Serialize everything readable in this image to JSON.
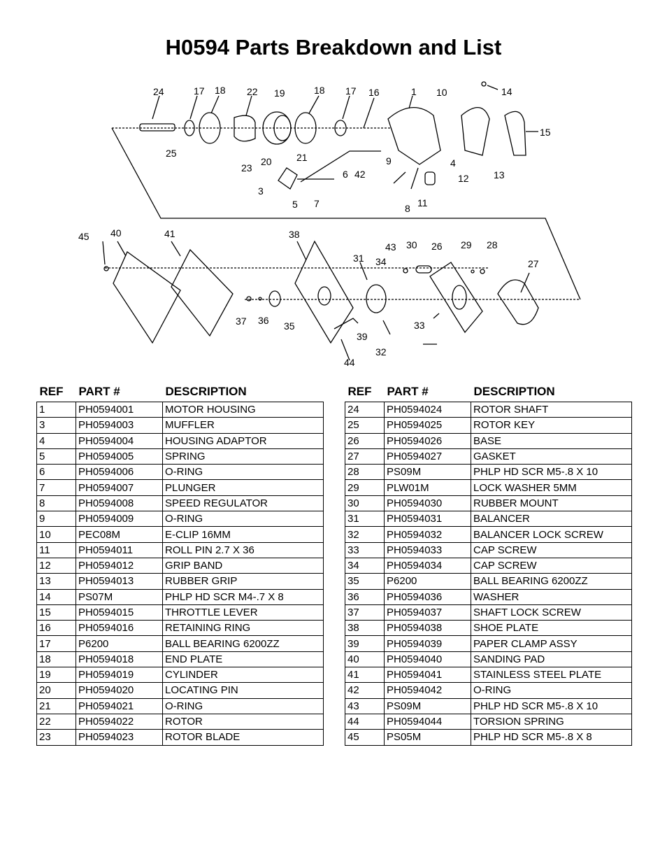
{
  "title": "H0594 Parts Breakdown and List",
  "columns": {
    "ref": "REF",
    "part": "PART #",
    "desc": "DESCRIPTION"
  },
  "callouts": [
    "24",
    "17",
    "18",
    "22",
    "19",
    "18",
    "17",
    "16",
    "1",
    "10",
    "14",
    "15",
    "25",
    "23",
    "20",
    "21",
    "3",
    "5",
    "7",
    "6",
    "42",
    "9",
    "4",
    "12",
    "13",
    "8",
    "11",
    "45",
    "40",
    "41",
    "38",
    "43",
    "30",
    "26",
    "29",
    "28",
    "27",
    "31",
    "34",
    "37",
    "36",
    "35",
    "39",
    "32",
    "33",
    "44"
  ],
  "left_rows": [
    {
      "ref": "1",
      "part": "PH0594001",
      "desc": "MOTOR HOUSING"
    },
    {
      "ref": "3",
      "part": "PH0594003",
      "desc": "MUFFLER"
    },
    {
      "ref": "4",
      "part": "PH0594004",
      "desc": "HOUSING ADAPTOR"
    },
    {
      "ref": "5",
      "part": "PH0594005",
      "desc": "SPRING"
    },
    {
      "ref": "6",
      "part": "PH0594006",
      "desc": "O-RING"
    },
    {
      "ref": "7",
      "part": "PH0594007",
      "desc": "PLUNGER"
    },
    {
      "ref": "8",
      "part": "PH0594008",
      "desc": "SPEED REGULATOR"
    },
    {
      "ref": "9",
      "part": "PH0594009",
      "desc": "O-RING"
    },
    {
      "ref": "10",
      "part": "PEC08M",
      "desc": "E-CLIP 16MM"
    },
    {
      "ref": "11",
      "part": "PH0594011",
      "desc": "ROLL PIN 2.7 X 36"
    },
    {
      "ref": "12",
      "part": "PH0594012",
      "desc": "GRIP BAND"
    },
    {
      "ref": "13",
      "part": "PH0594013",
      "desc": "RUBBER GRIP"
    },
    {
      "ref": "14",
      "part": "PS07M",
      "desc": "PHLP HD SCR M4-.7 X 8"
    },
    {
      "ref": "15",
      "part": "PH0594015",
      "desc": "THROTTLE LEVER"
    },
    {
      "ref": "16",
      "part": "PH0594016",
      "desc": "RETAINING RING"
    },
    {
      "ref": "17",
      "part": "P6200",
      "desc": "BALL BEARING 6200ZZ"
    },
    {
      "ref": "18",
      "part": "PH0594018",
      "desc": "END PLATE"
    },
    {
      "ref": "19",
      "part": "PH0594019",
      "desc": "CYLINDER"
    },
    {
      "ref": "20",
      "part": "PH0594020",
      "desc": "LOCATING PIN"
    },
    {
      "ref": "21",
      "part": "PH0594021",
      "desc": "O-RING"
    },
    {
      "ref": "22",
      "part": "PH0594022",
      "desc": "ROTOR"
    },
    {
      "ref": "23",
      "part": "PH0594023",
      "desc": "ROTOR BLADE"
    }
  ],
  "right_rows": [
    {
      "ref": "24",
      "part": "PH0594024",
      "desc": "ROTOR SHAFT"
    },
    {
      "ref": "25",
      "part": "PH0594025",
      "desc": "ROTOR KEY"
    },
    {
      "ref": "26",
      "part": "PH0594026",
      "desc": "BASE"
    },
    {
      "ref": "27",
      "part": "PH0594027",
      "desc": "GASKET"
    },
    {
      "ref": "28",
      "part": "PS09M",
      "desc": "PHLP HD SCR M5-.8 X 10"
    },
    {
      "ref": "29",
      "part": "PLW01M",
      "desc": "LOCK WASHER 5MM"
    },
    {
      "ref": "30",
      "part": "PH0594030",
      "desc": "RUBBER MOUNT"
    },
    {
      "ref": "31",
      "part": "PH0594031",
      "desc": "BALANCER"
    },
    {
      "ref": "32",
      "part": "PH0594032",
      "desc": "BALANCER LOCK SCREW"
    },
    {
      "ref": "33",
      "part": "PH0594033",
      "desc": "CAP SCREW"
    },
    {
      "ref": "34",
      "part": "PH0594034",
      "desc": "CAP SCREW"
    },
    {
      "ref": "35",
      "part": "P6200",
      "desc": "BALL BEARING 6200ZZ"
    },
    {
      "ref": "36",
      "part": "PH0594036",
      "desc": "WASHER"
    },
    {
      "ref": "37",
      "part": "PH0594037",
      "desc": "SHAFT LOCK SCREW"
    },
    {
      "ref": "38",
      "part": "PH0594038",
      "desc": "SHOE PLATE"
    },
    {
      "ref": "39",
      "part": "PH0594039",
      "desc": "PAPER CLAMP ASSY"
    },
    {
      "ref": "40",
      "part": "PH0594040",
      "desc": "SANDING PAD"
    },
    {
      "ref": "41",
      "part": "PH0594041",
      "desc": "STAINLESS STEEL PLATE"
    },
    {
      "ref": "42",
      "part": "PH0594042",
      "desc": "O-RING"
    },
    {
      "ref": "43",
      "part": "PS09M",
      "desc": "PHLP HD SCR M5-.8 X 10"
    },
    {
      "ref": "44",
      "part": "PH0594044",
      "desc": "TORSION SPRING"
    },
    {
      "ref": "45",
      "part": "PS05M",
      "desc": "PHLP HD SCR M5-.8 X 8"
    }
  ]
}
